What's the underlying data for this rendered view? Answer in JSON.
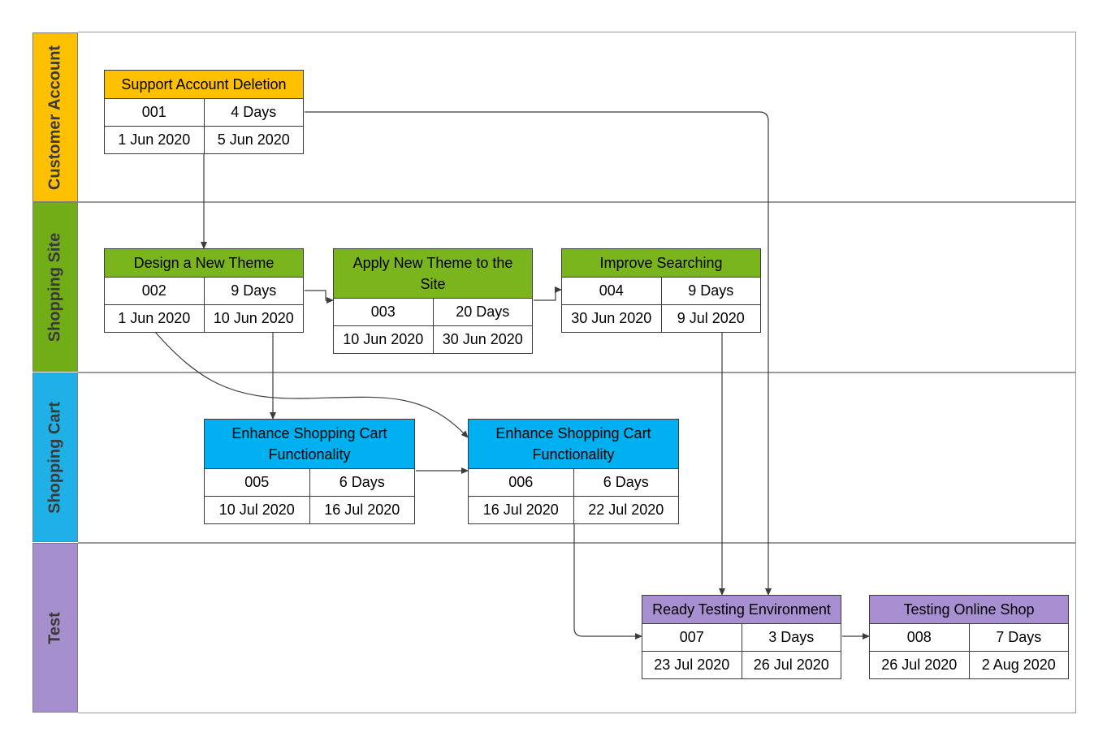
{
  "lanes": [
    {
      "label": "Customer Account",
      "color": "#ffc000",
      "text_color": "#3a3a3a"
    },
    {
      "label": "Shopping Site",
      "color": "#70ad16",
      "text_color": "#3a3a3a"
    },
    {
      "label": "Shopping Cart",
      "color": "#20b0e8",
      "text_color": "#3a3a3a"
    },
    {
      "label": "Test",
      "color": "#a58fcc",
      "text_color": "#3a3a3a"
    }
  ],
  "tasks": [
    {
      "title": "Support Account Deletion",
      "id": "001",
      "duration": "4 Days",
      "start": "1 Jun 2020",
      "end": "5 Jun 2020",
      "color": "#ffc000"
    },
    {
      "title": "Design a New Theme",
      "id": "002",
      "duration": "9 Days",
      "start": "1 Jun 2020",
      "end": "10 Jun 2020",
      "color": "#7ab51d"
    },
    {
      "title": "Apply New Theme to the Site",
      "id": "003",
      "duration": "20 Days",
      "start": "10 Jun 2020",
      "end": "30 Jun 2020",
      "color": "#7ab51d"
    },
    {
      "title": "Improve Searching",
      "id": "004",
      "duration": "9 Days",
      "start": "30 Jun 2020",
      "end": "9 Jul 2020",
      "color": "#7ab51d"
    },
    {
      "title": "Enhance Shopping Cart Functionality",
      "id": "005",
      "duration": "6 Days",
      "start": "10 Jul 2020",
      "end": "16 Jul 2020",
      "color": "#00b0f0"
    },
    {
      "title": "Enhance Shopping Cart Functionality",
      "id": "006",
      "duration": "6 Days",
      "start": "16 Jul 2020",
      "end": "22 Jul 2020",
      "color": "#00b0f0"
    },
    {
      "title": "Ready Testing Environment",
      "id": "007",
      "duration": "3 Days",
      "start": "23 Jul 2020",
      "end": "26 Jul 2020",
      "color": "#a78fd1"
    },
    {
      "title": "Testing Online Shop",
      "id": "008",
      "duration": "7 Days",
      "start": "26 Jul 2020",
      "end": "2 Aug 2020",
      "color": "#a78fd1"
    }
  ],
  "dependencies": [
    {
      "from": "001",
      "to": "002"
    },
    {
      "from": "001",
      "to": "007"
    },
    {
      "from": "002",
      "to": "003"
    },
    {
      "from": "003",
      "to": "004"
    },
    {
      "from": "002",
      "to": "005"
    },
    {
      "from": "002",
      "to": "006"
    },
    {
      "from": "005",
      "to": "006"
    },
    {
      "from": "004",
      "to": "007"
    },
    {
      "from": "006",
      "to": "007"
    },
    {
      "from": "007",
      "to": "008"
    }
  ]
}
